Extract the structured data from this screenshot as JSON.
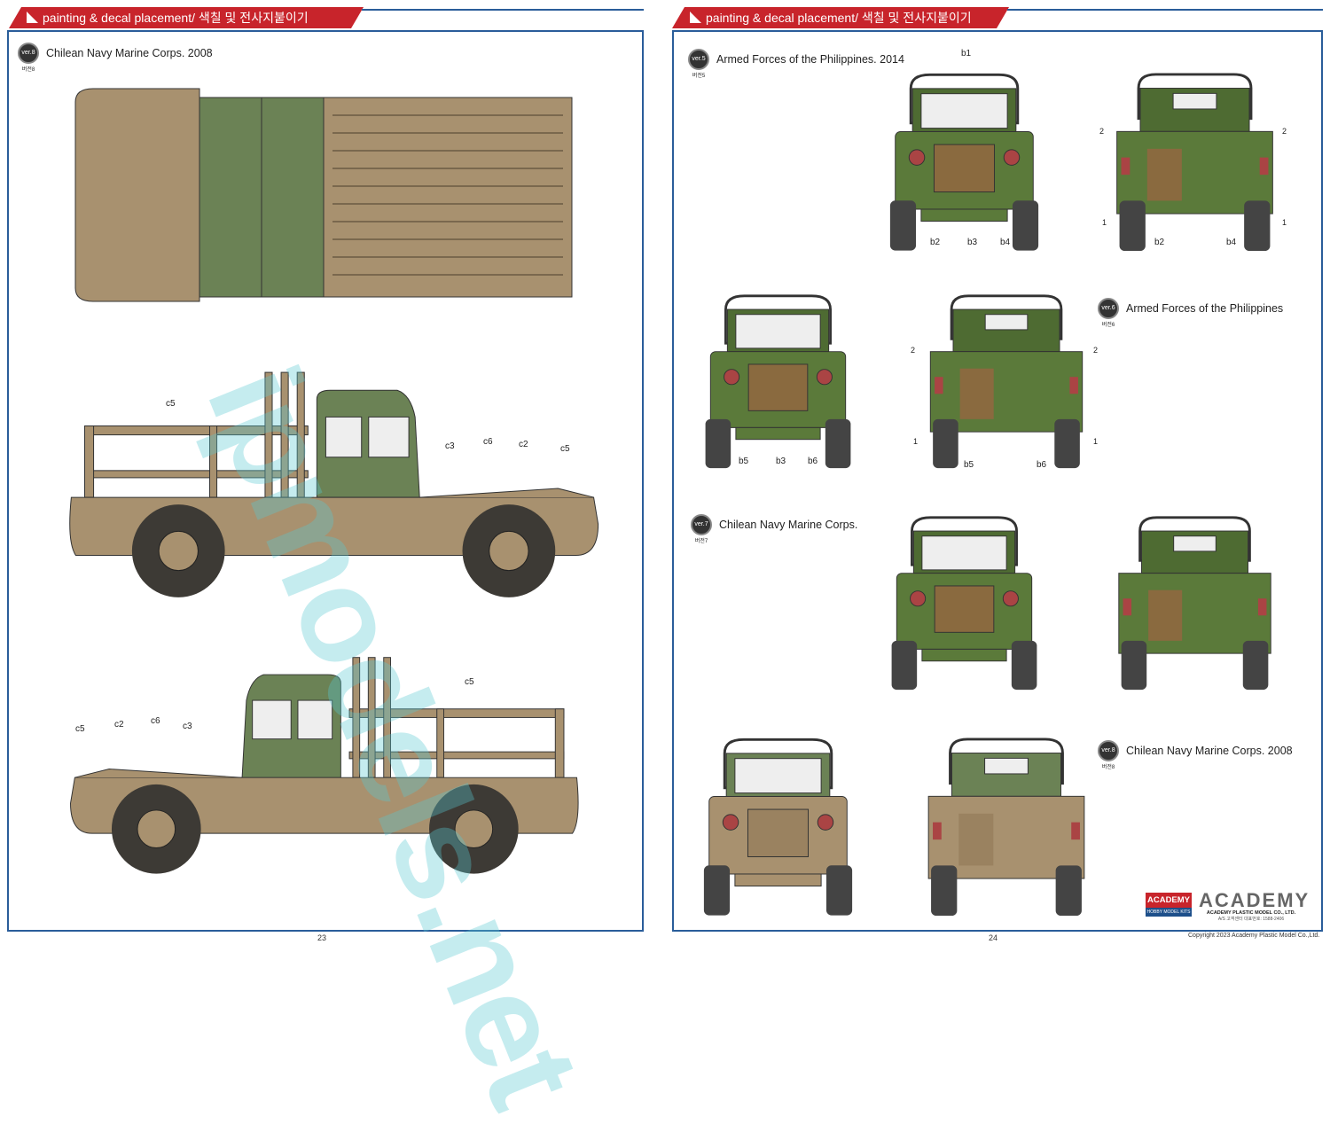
{
  "header": {
    "title": "painting & decal placement/ 색칠 및 전사지붙이기"
  },
  "colors": {
    "banner": "#c8242b",
    "frame": "#2a5d9a",
    "tan": "#a8916f",
    "green": "#5b7a3a",
    "camo_brown": "#8a6a3f"
  },
  "left_page": {
    "page_number": "23",
    "version": {
      "badge": "ver.8",
      "badge_korean": "버전8",
      "title": "Chilean Navy Marine Corps. 2008"
    },
    "side_view_callouts": [
      "c5",
      "c3",
      "c6",
      "c2",
      "c5"
    ],
    "side_view2_callouts": [
      "c5",
      "c2",
      "c6",
      "c3",
      "c5"
    ]
  },
  "right_page": {
    "page_number": "24",
    "versions": [
      {
        "badge": "ver.5",
        "badge_korean": "버전5",
        "title": "Armed Forces of the Philippines. 2014",
        "callouts": [
          "b1",
          "b2",
          "b3",
          "b4",
          "b2",
          "b4"
        ]
      },
      {
        "badge": "ver.6",
        "badge_korean": "버전6",
        "title": "Armed Forces of the Philippines",
        "callouts": [
          "b5",
          "b3",
          "b6",
          "b5",
          "b6"
        ]
      },
      {
        "badge": "ver.7",
        "badge_korean": "버전7",
        "title": "Chilean Navy Marine Corps."
      },
      {
        "badge": "ver.8",
        "badge_korean": "버전8",
        "title": "Chilean Navy Marine Corps. 2008"
      }
    ],
    "markers": [
      "1",
      "2"
    ],
    "logo_small": {
      "line1": "ACADEMY",
      "line2": "HOBBY MODEL KITS"
    },
    "logo_large": {
      "line1": "ACADEMY",
      "line2": "ACADEMY PLASTIC MODEL CO., LTD.",
      "line3": "A/S 고객센터 대표번호: 1588-2406"
    },
    "copyright": "Copyright 2023 Academy Plastic Model Co.,Ltd."
  },
  "watermark": "ipmodels.net"
}
